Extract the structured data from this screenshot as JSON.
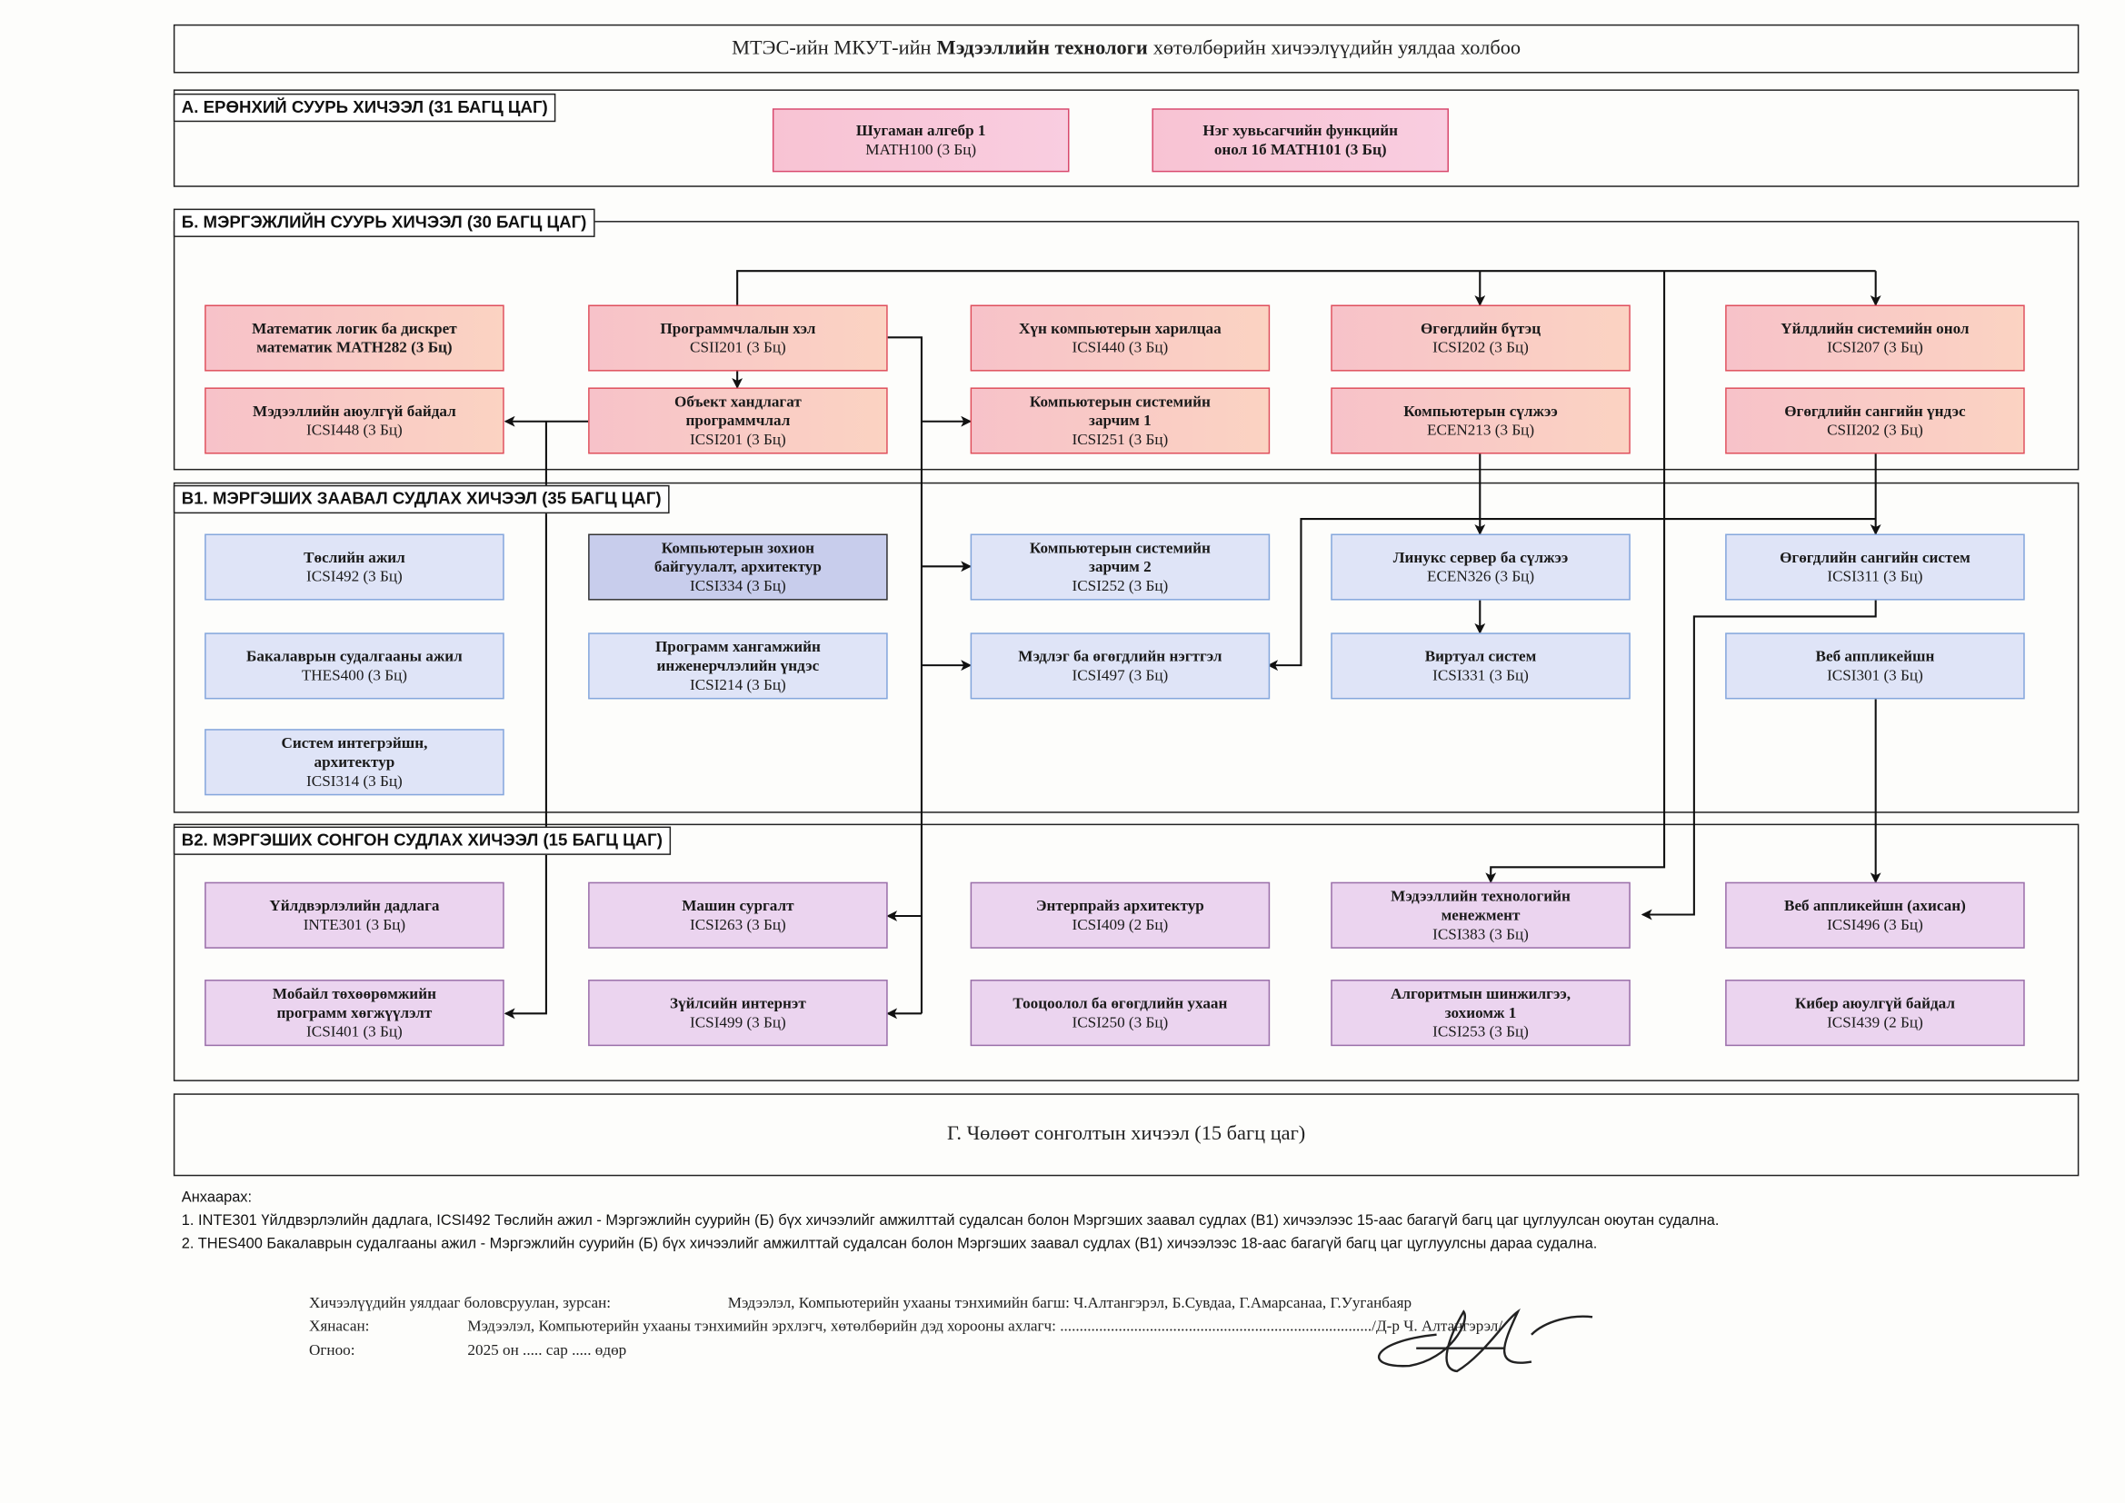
{
  "title": {
    "part1": "МТЭС-ийн МКУТ-ийн",
    "bold": "Мэдээллийн технологи",
    "part2": "хөтөлбөрийн хичээлүүдийн уялдаа холбоо"
  },
  "sections": {
    "a": {
      "label": "А. ЕРӨНХИЙ СУУРЬ ХИЧЭЭЛ (31 БАГЦ ЦАГ)",
      "courses": [
        {
          "name": "Шугаман алгебр 1",
          "code": "MATH100 (3 Бц)"
        },
        {
          "name": "Нэг хувьсагчийн функцийн\nонол 1б MATH101 (3 Бц)",
          "code": ""
        }
      ]
    },
    "b": {
      "label": "Б. МЭРГЭЖЛИЙН СУУРЬ ХИЧЭЭЛ  (30 БАГЦ ЦАГ)",
      "courses": [
        {
          "name": "Математик логик ба дискрет\nматематик MATH282 (3 Бц)",
          "code": ""
        },
        {
          "name": "Программчлалын хэл",
          "code": "CSII201 (3 Бц)"
        },
        {
          "name": "Хүн компьютерын харилцаа",
          "code": "ICSI440 (3 Бц)"
        },
        {
          "name": "Өгөгдлийн бүтэц",
          "code": "ICSI202 (3 Бц)"
        },
        {
          "name": "Үйлдлийн системийн онол",
          "code": "ICSI207 (3 Бц)"
        },
        {
          "name": "Мэдээллийн аюулгүй байдал",
          "code": "ICSI448 (3 Бц)"
        },
        {
          "name": "Объект хандлагат\nпрограммчлал",
          "code": "ICSI201 (3 Бц)"
        },
        {
          "name": "Компьютерын системийн\nзарчим 1",
          "code": "ICSI251 (3 Бц)"
        },
        {
          "name": "Компьютерын сүлжээ",
          "code": "ECEN213 (3 Бц)"
        },
        {
          "name": "Өгөгдлийн сангийн үндэс",
          "code": "CSII202 (3 Бц)"
        }
      ]
    },
    "v1": {
      "label": "В1. МЭРГЭШИХ ЗААВАЛ СУДЛАХ ХИЧЭЭЛ (35 БАГЦ ЦАГ)",
      "courses": [
        {
          "name": "Төслийн ажил",
          "code": "ICSI492 (3 Бц)"
        },
        {
          "name": "Бакалаврын судалгааны ажил",
          "code": "THES400 (3 Бц)"
        },
        {
          "name": "Систем интегрэйшн,\nархитектур",
          "code": "ICSI314 (3 Бц)"
        },
        {
          "name": "Компьютерын зохион\nбайгуулалт, архитектур",
          "code": "ICSI334  (3 Бц)"
        },
        {
          "name": "Программ хангамжийн\nинженерчлэлийн үндэс",
          "code": "ICSI214 (3 Бц)"
        },
        {
          "name": "Компьютерын системийн\nзарчим 2",
          "code": "ICSI252 (3 Бц)"
        },
        {
          "name": "Мэдлэг ба өгөгдлийн нэгтгэл",
          "code": "ICSI497 (3 Бц)"
        },
        {
          "name": "Линукс сервер ба сүлжээ",
          "code": "ECEN326 (3 Бц)"
        },
        {
          "name": "Виртуал систем",
          "code": "ICSI331  (3 Бц)"
        },
        {
          "name": "Өгөгдлийн сангийн систем",
          "code": "ICSI311 (3 Бц)"
        },
        {
          "name": "Веб аппликейшн",
          "code": "ICSI301 (3 Бц)"
        }
      ]
    },
    "v2": {
      "label": "В2. МЭРГЭШИХ СОНГОН СУДЛАХ ХИЧЭЭЛ (15 БАГЦ ЦАГ)",
      "courses": [
        {
          "name": "Үйлдвэрлэлийн дадлага",
          "code": "INTE301 (3 Бц)"
        },
        {
          "name": "Мобайл төхөөрөмжийн\nпрограмм хөгжүүлэлт",
          "code": "ICSI401 (3 Бц)"
        },
        {
          "name": "Машин сургалт",
          "code": "ICSI263 (3 Бц)"
        },
        {
          "name": "Зүйлсийн интернэт",
          "code": "ICSI499  (3 Бц)"
        },
        {
          "name": "Энтерпрайз архитектур",
          "code": "ICSI409 (2 Бц)"
        },
        {
          "name": "Тооцоолол ба өгөгдлийн ухаан",
          "code": "ICSI250 (3 Бц)"
        },
        {
          "name": "Мэдээллийн технологийн\nменежмент",
          "code": "ICSI383 (3 Бц)"
        },
        {
          "name": "Алгоритмын шинжилгээ,\nзохиомж 1",
          "code": "ICSI253 (3 Бц)"
        },
        {
          "name": "Веб аппликейшн (ахисан)",
          "code": "ICSI496 (3 Бц)"
        },
        {
          "name": "Кибер аюулгүй байдал",
          "code": "ICSI439 (2 Бц)"
        }
      ]
    },
    "g": {
      "label": "Г. Чөлөөт сонголтын хичээл (15 багц цаг)"
    }
  },
  "notes": {
    "heading": "Анхаарах:",
    "items": [
      "1. INTE301 Үйлдвэрлэлийн дадлага, ICSI492 Төслийн ажил - Мэргэжлийн суурийн (Б) бүх хичээлийг амжилттай судалсан болон Мэргэших заавал судлах (В1) хичээлээс 15-аас багагүй багц цаг цуглуулсан оюутан судална.",
      "2. THES400 Бакалаврын судалгааны ажил - Мэргэжлийн суурийн (Б) бүх хичээлийг амжилттай судалсан болон Мэргэших заавал судлах (В1) хичээлээс 18-аас багагүй багц цаг цуглуулсны дараа судална."
    ]
  },
  "signoff": {
    "prepared_label": "Хичээлүүдийн уялдааг боловсруулан, зурсан:",
    "prepared_value": "Мэдээлэл, Компьютерийн ухааны тэнхимийн багш: Ч.Алтангэрэл, Б.Сувдаа, Г.Амарсанаа, Г.Ууганбаяр",
    "reviewed_label": "Хянасан:",
    "reviewed_value": "Мэдээлэл, Компьютерийн ухааны тэнхимийн эрхлэгч, хөтөлбөрийн дэд хорооны ахлагч: ................................................................................/Д-р Ч. Алтангэрэл/",
    "date_label": "Огноо:",
    "date_value": "2025 он ..... сар ..... өдөр"
  },
  "colors": {
    "foundation": "#d8476c",
    "core": "#df4d5a",
    "required": "#84a6dc",
    "elective": "#9a6fa9"
  }
}
